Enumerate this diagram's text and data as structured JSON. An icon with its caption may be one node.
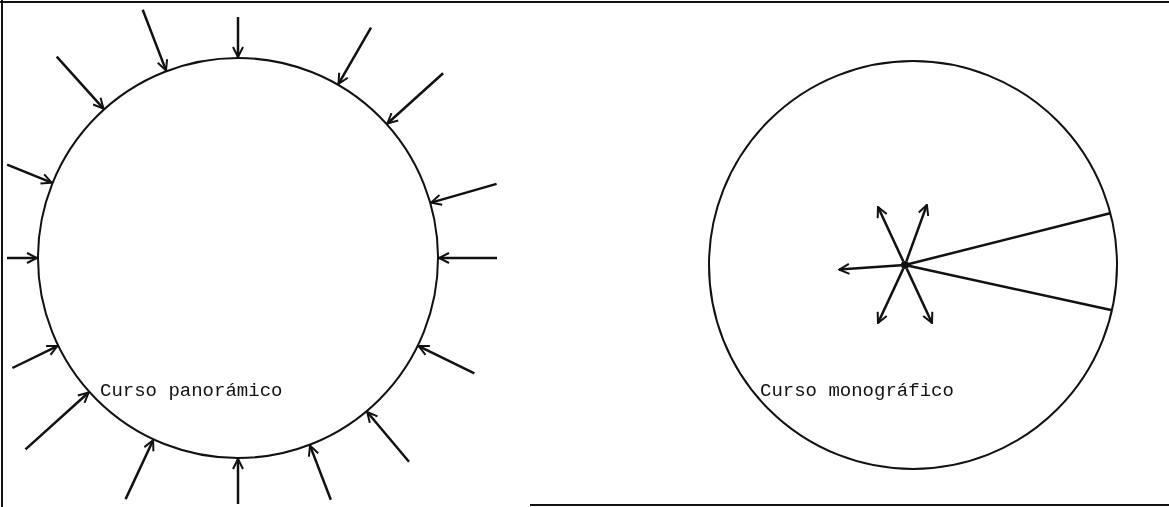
{
  "diagram": {
    "nodes": [
      {
        "text": [
          "Curso panorámico"
        ]
      },
      {
        "text": [
          "Curso monográfico"
        ]
      },
      {
        "text": [],
        "shape": "circle",
        "in": 1
      }
    ],
    "edges": [
      {
        "from": null,
        "to": 0,
        "arrow": "to"
      },
      {
        "from": null,
        "to": 0,
        "arrow": "to"
      },
      {
        "from": null,
        "to": 0,
        "arrow": "to"
      },
      {
        "from": null,
        "to": 0,
        "arrow": "to"
      },
      {
        "from": null,
        "to": 0,
        "arrow": "to"
      },
      {
        "from": null,
        "to": 0,
        "arrow": "to"
      },
      {
        "from": null,
        "to": 0,
        "arrow": "to"
      },
      {
        "from": null,
        "to": 0,
        "arrow": "to"
      },
      {
        "from": null,
        "to": 0,
        "arrow": "to"
      },
      {
        "from": null,
        "to": 0,
        "arrow": "to"
      },
      {
        "from": null,
        "to": 0,
        "arrow": "to"
      },
      {
        "from": null,
        "to": 0,
        "arrow": "to"
      },
      {
        "from": null,
        "to": 0,
        "arrow": "to"
      },
      {
        "from": null,
        "to": 0,
        "arrow": "to"
      },
      {
        "from": null,
        "to": 0,
        "arrow": "to"
      },
      {
        "from": null,
        "to": 0,
        "arrow": "to"
      },
      {
        "from": 2,
        "to": null,
        "arrow": "to"
      },
      {
        "from": 2,
        "to": null,
        "arrow": "to"
      },
      {
        "from": 2,
        "to": null,
        "arrow": "to"
      },
      {
        "from": 2,
        "to": null,
        "arrow": "to"
      },
      {
        "from": 2,
        "to": null,
        "arrow": "to"
      }
    ]
  }
}
